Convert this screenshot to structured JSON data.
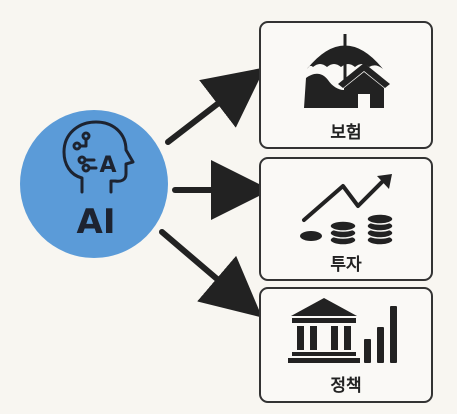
{
  "colors": {
    "background": "#f8f6f1",
    "ai_circle": "#5b9bd8",
    "ink": "#222222",
    "box_border": "#333333",
    "box_fill": "#faf9f6"
  },
  "ai_node": {
    "label": "AI",
    "icon": "head-with-circuit-icon",
    "icon_letter": "A"
  },
  "targets": [
    {
      "label": "보험",
      "icon": "umbrella-house-icon"
    },
    {
      "label": "투자",
      "icon": "coins-growth-icon"
    },
    {
      "label": "정책",
      "icon": "government-building-chart-icon"
    }
  ]
}
